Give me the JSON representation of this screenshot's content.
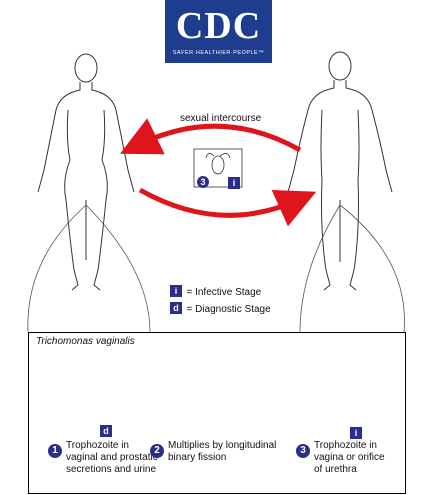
{
  "logo": {
    "name": "CDC",
    "tagline": "SAFER·HEALTHIER·PEOPLE™"
  },
  "arrows": {
    "top_label": "sexual intercourse"
  },
  "legend": {
    "infective": {
      "symbol": "i",
      "label": "= Infective Stage"
    },
    "diagnostic": {
      "symbol": "d",
      "label": "= Diagnostic Stage"
    }
  },
  "center_icon": {
    "number": "3",
    "stage_symbol": "i"
  },
  "panel": {
    "title": "Trichomonas vaginalis",
    "steps": [
      {
        "number": "1",
        "stage_symbol": "d",
        "caption_lines": [
          "Trophozoite in",
          "vaginal and prostatic",
          "secretions and urine"
        ]
      },
      {
        "number": "2",
        "caption_lines": [
          "Multiplies by longitudinal",
          "binary fission"
        ]
      },
      {
        "number": "3",
        "stage_symbol": "i",
        "caption_lines": [
          "Trophozoite in",
          "vagina or orifice",
          "of urethra"
        ]
      }
    ]
  },
  "colors": {
    "arrow_red": "#e0141c",
    "stage_blue": "#2b2d8c",
    "logo_blue": "#1f3d8f"
  }
}
